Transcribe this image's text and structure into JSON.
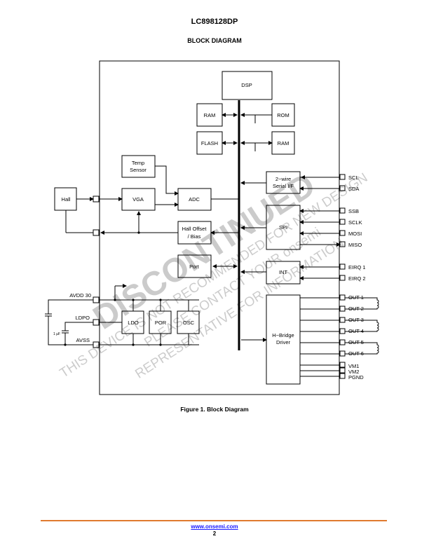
{
  "header": {
    "part_number": "LC898128DP",
    "section_heading": "BLOCK DIAGRAM"
  },
  "blocks": {
    "dsp": "DSP",
    "ram1": "RAM",
    "rom": "ROM",
    "flash": "FLASH",
    "ram2": "RAM",
    "temp_sensor": [
      "Temp",
      "Sensor"
    ],
    "hall": "Hall",
    "vga": "VGA",
    "adc": "ADC",
    "serial_if": [
      "2−wire",
      "Serial I/F"
    ],
    "spi": "SPI",
    "hall_offset": [
      "Hall Offset",
      "/ Bias"
    ],
    "port": "Port",
    "int": "INT",
    "ldo": "LDO",
    "por": "POR",
    "osc": "OSC",
    "hbridge": [
      "H−Bridge",
      "Driver"
    ]
  },
  "pins": {
    "scl": "SCL",
    "sda": "SDA",
    "ssb": "SSB",
    "sclk": "SCLK",
    "mosi": "MOSI",
    "miso": "MISO",
    "eirq1": "EIRQ 1",
    "eirq2": "EIRQ 2",
    "out1": "OUT 1",
    "out2": "OUT 2",
    "out3": "OUT 3",
    "out4": "OUT 4",
    "out5": "OUT 5",
    "out6": "OUT 6",
    "vm1": "VM1",
    "vm2": "VM2",
    "pgnd": "PGND",
    "avdd30": "AVDD 30",
    "ldpo": "LDPO",
    "avss": "AVSS",
    "cap": "1 µF"
  },
  "watermark": {
    "line1": "DISCONTINUED",
    "line2": "THIS DEVICE IS NOT RECOMMENDED FOR NEW DESIGN",
    "line3": "PLEASE CONTACT YOUR onsemi",
    "line4": "REPRESENTATIVE FOR INFORMATION"
  },
  "caption": "Figure 1. Block Diagram",
  "footer": {
    "link": "www.onsemi.com",
    "page": "2"
  }
}
